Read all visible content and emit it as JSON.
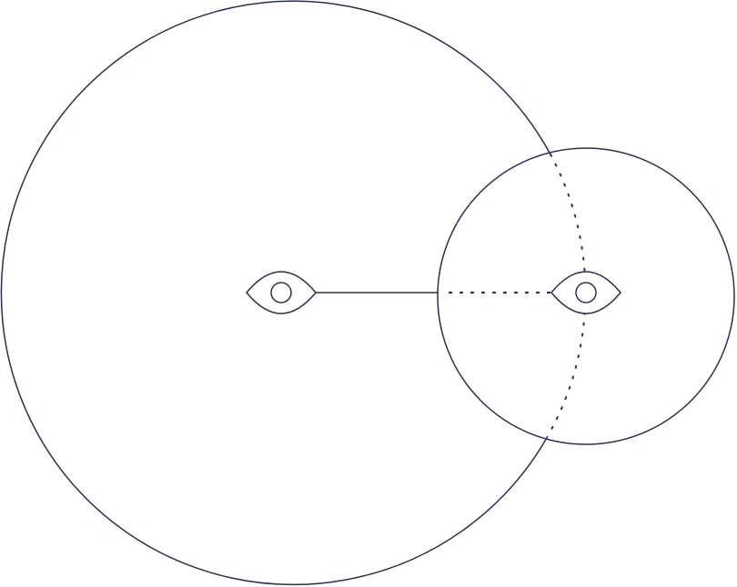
{
  "diagram": {
    "colors": {
      "stroke": "#2b2f4e",
      "background": "#ffffff"
    },
    "icons": [
      "eye-icon",
      "eye-icon"
    ],
    "elements": [
      {
        "name": "large-circle",
        "style": "solid with dotted arc inside small circle"
      },
      {
        "name": "small-circle",
        "style": "solid"
      },
      {
        "name": "connector-line",
        "style": "solid then dotted"
      }
    ]
  }
}
